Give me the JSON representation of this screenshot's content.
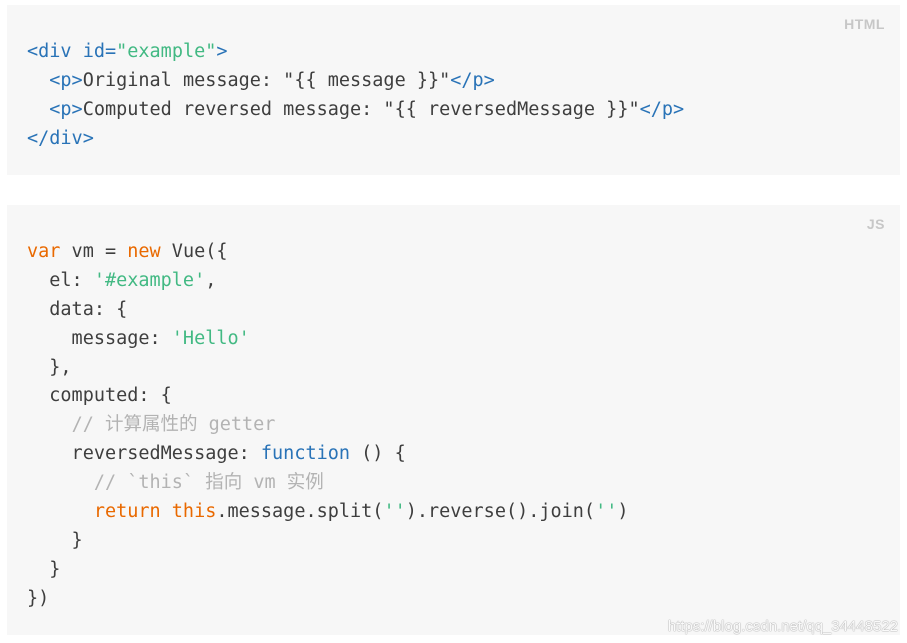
{
  "html_block": {
    "lang_label": "HTML",
    "lines": [
      [
        {
          "t": "<div ",
          "c": "tag"
        },
        {
          "t": "id=",
          "c": "attr"
        },
        {
          "t": "\"example\"",
          "c": "str"
        },
        {
          "t": ">",
          "c": "tag"
        }
      ],
      [
        {
          "t": "  ",
          "c": "txt"
        },
        {
          "t": "<p>",
          "c": "tag"
        },
        {
          "t": "Original message: \"{{ message }}\"",
          "c": "txt"
        },
        {
          "t": "</p>",
          "c": "tag"
        }
      ],
      [
        {
          "t": "  ",
          "c": "txt"
        },
        {
          "t": "<p>",
          "c": "tag"
        },
        {
          "t": "Computed reversed message: \"{{ reversedMessage }}\"",
          "c": "txt"
        },
        {
          "t": "</p>",
          "c": "tag"
        }
      ],
      [
        {
          "t": "</div>",
          "c": "tag"
        }
      ]
    ]
  },
  "js_block": {
    "lang_label": "JS",
    "lines": [
      [
        {
          "t": "var",
          "c": "kw"
        },
        {
          "t": " vm = ",
          "c": "txt"
        },
        {
          "t": "new",
          "c": "kw"
        },
        {
          "t": " Vue({",
          "c": "txt"
        }
      ],
      [
        {
          "t": "  el: ",
          "c": "txt"
        },
        {
          "t": "'#example'",
          "c": "str"
        },
        {
          "t": ",",
          "c": "txt"
        }
      ],
      [
        {
          "t": "  data: {",
          "c": "txt"
        }
      ],
      [
        {
          "t": "    message: ",
          "c": "txt"
        },
        {
          "t": "'Hello'",
          "c": "str"
        }
      ],
      [
        {
          "t": "  },",
          "c": "txt"
        }
      ],
      [
        {
          "t": "  computed: {",
          "c": "txt"
        }
      ],
      [
        {
          "t": "    ",
          "c": "txt"
        },
        {
          "t": "// 计算属性的 getter",
          "c": "cmt"
        }
      ],
      [
        {
          "t": "    reversedMessage: ",
          "c": "txt"
        },
        {
          "t": "function",
          "c": "fn"
        },
        {
          "t": " () {",
          "c": "txt"
        }
      ],
      [
        {
          "t": "      ",
          "c": "txt"
        },
        {
          "t": "// `this` 指向 vm 实例",
          "c": "cmt"
        }
      ],
      [
        {
          "t": "      ",
          "c": "txt"
        },
        {
          "t": "return",
          "c": "kw"
        },
        {
          "t": " ",
          "c": "txt"
        },
        {
          "t": "this",
          "c": "kw"
        },
        {
          "t": ".message.split(",
          "c": "txt"
        },
        {
          "t": "''",
          "c": "str"
        },
        {
          "t": ").reverse().join(",
          "c": "txt"
        },
        {
          "t": "''",
          "c": "str"
        },
        {
          "t": ")",
          "c": "txt"
        }
      ],
      [
        {
          "t": "    }",
          "c": "txt"
        }
      ],
      [
        {
          "t": "  }",
          "c": "txt"
        }
      ],
      [
        {
          "t": "})",
          "c": "txt"
        }
      ]
    ]
  },
  "watermark": "https://blog.csdn.net/qq_34448522"
}
